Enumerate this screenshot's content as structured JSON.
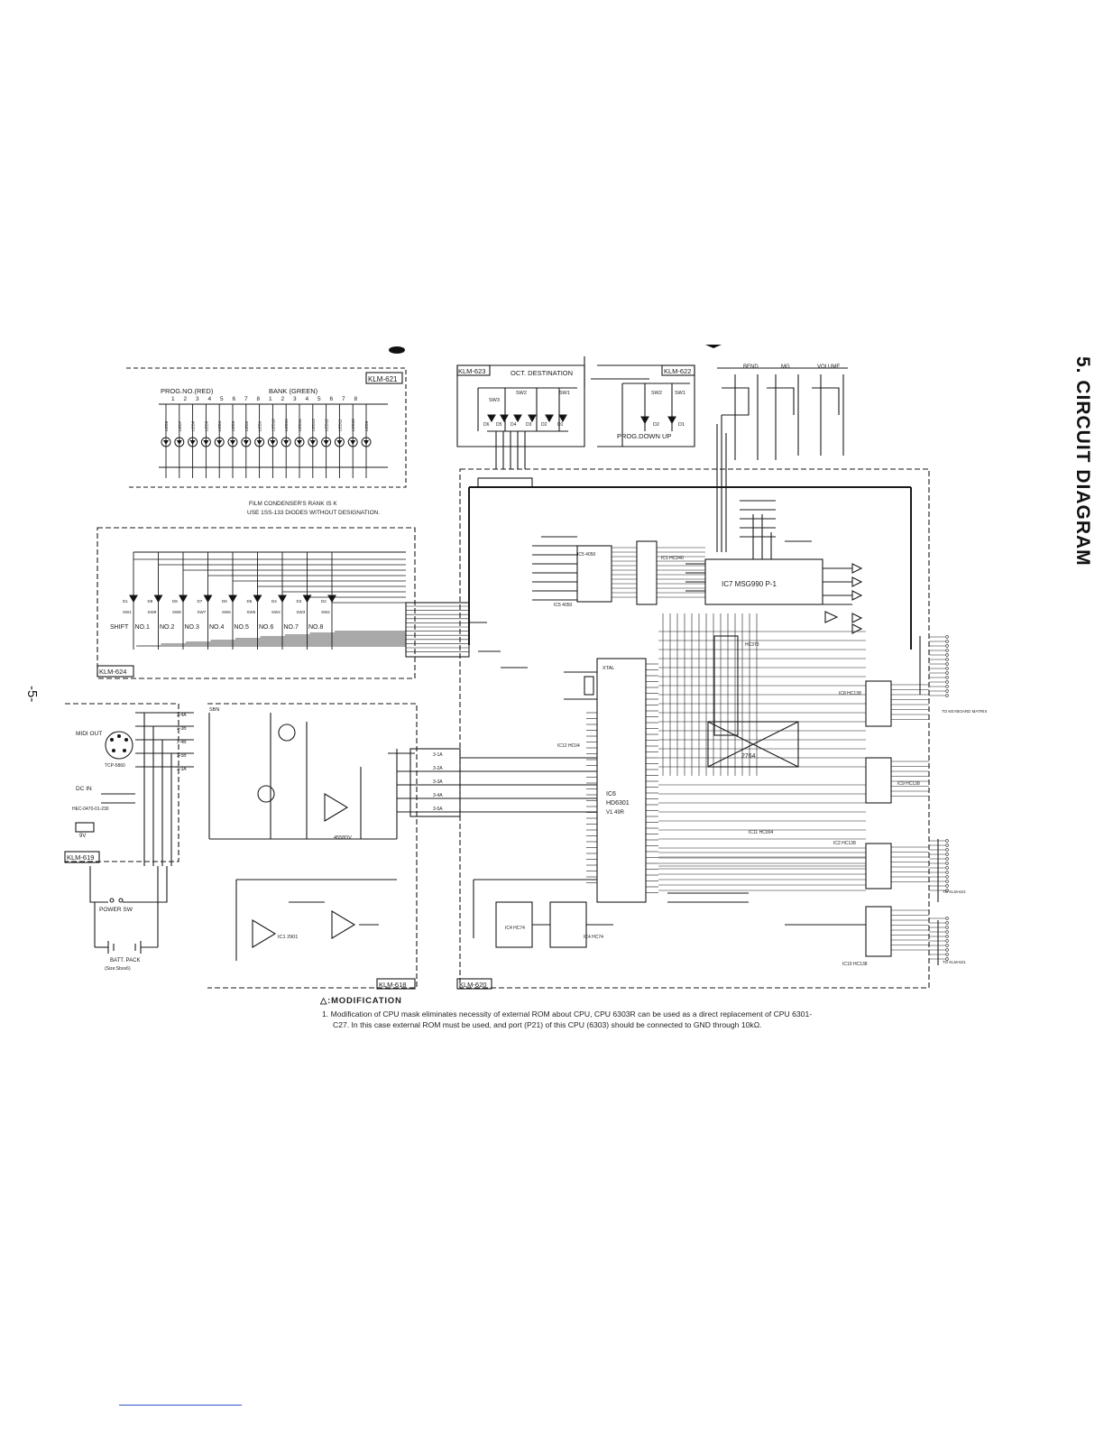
{
  "page": {
    "side_title": "5. CIRCUIT DIAGRAM",
    "page_number": "-5-"
  },
  "boards": {
    "klm621": "KLM-621",
    "klm623": "KLM-623",
    "klm622": "KLM-622",
    "klm624": "KLM-624",
    "klm619": "KLM-619",
    "klm618": "KLM-618",
    "klm620": "KLM-620"
  },
  "led_panel": {
    "prog_label": "PROG.NO.(RED)",
    "bank_label": "BANK (GREEN)",
    "prog_numbers": [
      "1",
      "2",
      "3",
      "4",
      "5",
      "6",
      "7",
      "8"
    ],
    "bank_numbers": [
      "1",
      "2",
      "3",
      "4",
      "5",
      "6",
      "7",
      "8"
    ],
    "leds": [
      "LED8",
      "LED7",
      "LED6",
      "LED5",
      "LED4",
      "LED3",
      "LED2",
      "LED1",
      "LED16",
      "LED15",
      "LED14",
      "LED13",
      "LED12",
      "LED11",
      "LED10",
      "LED9"
    ],
    "note_line1": "FILM CONDENSER'S RANK IS K",
    "note_line2": "USE 1SS-133 DIODES WITHOUT DESIGNATION."
  },
  "oct_panel": {
    "title": "OCT. DESTINATION",
    "sw3": "SW3",
    "sw2": "SW2",
    "sw1": "SW1",
    "diodes": [
      "D6",
      "D5",
      "D4",
      "D3",
      "D2",
      "D1"
    ]
  },
  "prog_panel": {
    "sw2": "SW2",
    "sw1": "SW1",
    "d2": "D2",
    "d1": "D1",
    "label": "PROG.DOWN UP"
  },
  "pots": {
    "bend": "BEND",
    "mg": "MG",
    "volume": "VOLUME"
  },
  "switch_panel": {
    "switches": [
      "SHIFT",
      "NO.1",
      "NO.2",
      "NO.3",
      "NO.4",
      "NO.5",
      "NO.6",
      "NO.7",
      "NO.8"
    ],
    "sw_labels": [
      "SW1",
      "SW9",
      "SW8",
      "SW7",
      "SW6",
      "SW5",
      "SW4",
      "SW3",
      "SW2"
    ],
    "diode_labels": [
      "D1",
      "D9",
      "D8",
      "D7",
      "D6",
      "D5",
      "D4",
      "D3",
      "D2"
    ]
  },
  "power_panel": {
    "midi_out": "MIDI OUT",
    "midi_jack": "TCP-5860",
    "dc_in": "DC IN",
    "dc_part": "HEC-0470-01-230",
    "v9": "9V",
    "power_sw": "POWER SW",
    "batt_pack": "BATT. PACK",
    "batt_sub": "(Size:Sbox6)"
  },
  "ics": {
    "ic7": "IC7 MSG990 P-1",
    "ic6_name": "IC6",
    "ic6_part": "HD6301",
    "ic6_part2": "V1 49R",
    "ic5": "IC5 4050",
    "ic1": "IC1 HC240",
    "ic3": "HC373",
    "ic8": "IC8 HC138",
    "ic9": "IC9 HC138",
    "ic2": "IC2 HC138",
    "ic10": "IC10 HC138",
    "ic11": "IC11 HC004",
    "ram": "2764",
    "ic4a": "IC4 HC74",
    "ic4b": "IC4 HC74",
    "ic12": "IC12 HC04",
    "ic6b": "IC5 4050",
    "op1": "4558DV",
    "op2": "IC1 2901",
    "crystal": "XTAL"
  },
  "side_labels": {
    "to_matrix": "TO KEYBOARD MATRIX",
    "to_klm621a": "TO KLM-621",
    "to_klm621b": "TO KLM-621"
  },
  "connectors": {
    "left_pins": [
      "2-4A",
      "2-3B",
      "2-4B",
      "2-5B",
      "2-3A"
    ],
    "right_pins": [
      "3-1A",
      "3-2A",
      "3-3A",
      "3-4A",
      "3-5A"
    ],
    "sbn": "SBN"
  },
  "notes": {
    "modification_title": "MODIFICATION",
    "modification_symbol": "△:",
    "item_number": "1.",
    "item_text": "Modification of CPU mask eliminates necessity of external ROM about CPU, CPU 6303R can be used as a direct replacement of CPU 6301-C27. In this case external ROM must be used, and port (P21) of this CPU (6303) should be connected to GND through 10kΩ."
  }
}
